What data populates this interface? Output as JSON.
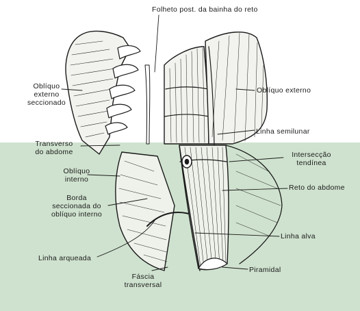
{
  "colors": {
    "top_background": "#ffffff",
    "bottom_background": "#cfe2cf",
    "ink": "#1a1a1a",
    "muscle_fill": "#f2f2ee"
  },
  "labels": {
    "folheto_post": "Folheto post. da bainha do reto",
    "obliquo_externo_seccionado": [
      "Oblíquo",
      "externo",
      "seccionado"
    ],
    "obliquo_externo": "Oblíquo externo",
    "linha_semilunar": "Linha semilunar",
    "transverso_abdome": [
      "Transverso",
      "do abdome"
    ],
    "obliquo_interno": [
      "Oblíquo",
      "interno"
    ],
    "interseccao_tendinea": [
      "Intersecção",
      "tendínea"
    ],
    "reto_abdome": "Reto do abdome",
    "borda_seccionada": [
      "Borda",
      "seccionada do",
      "oblíquo interno"
    ],
    "linha_arqueada": "Linha arqueada",
    "linha_alva": "Linha alva",
    "piramidal": "Piramidal",
    "fascia_transversal": [
      "Fáscia",
      "transversal"
    ]
  }
}
